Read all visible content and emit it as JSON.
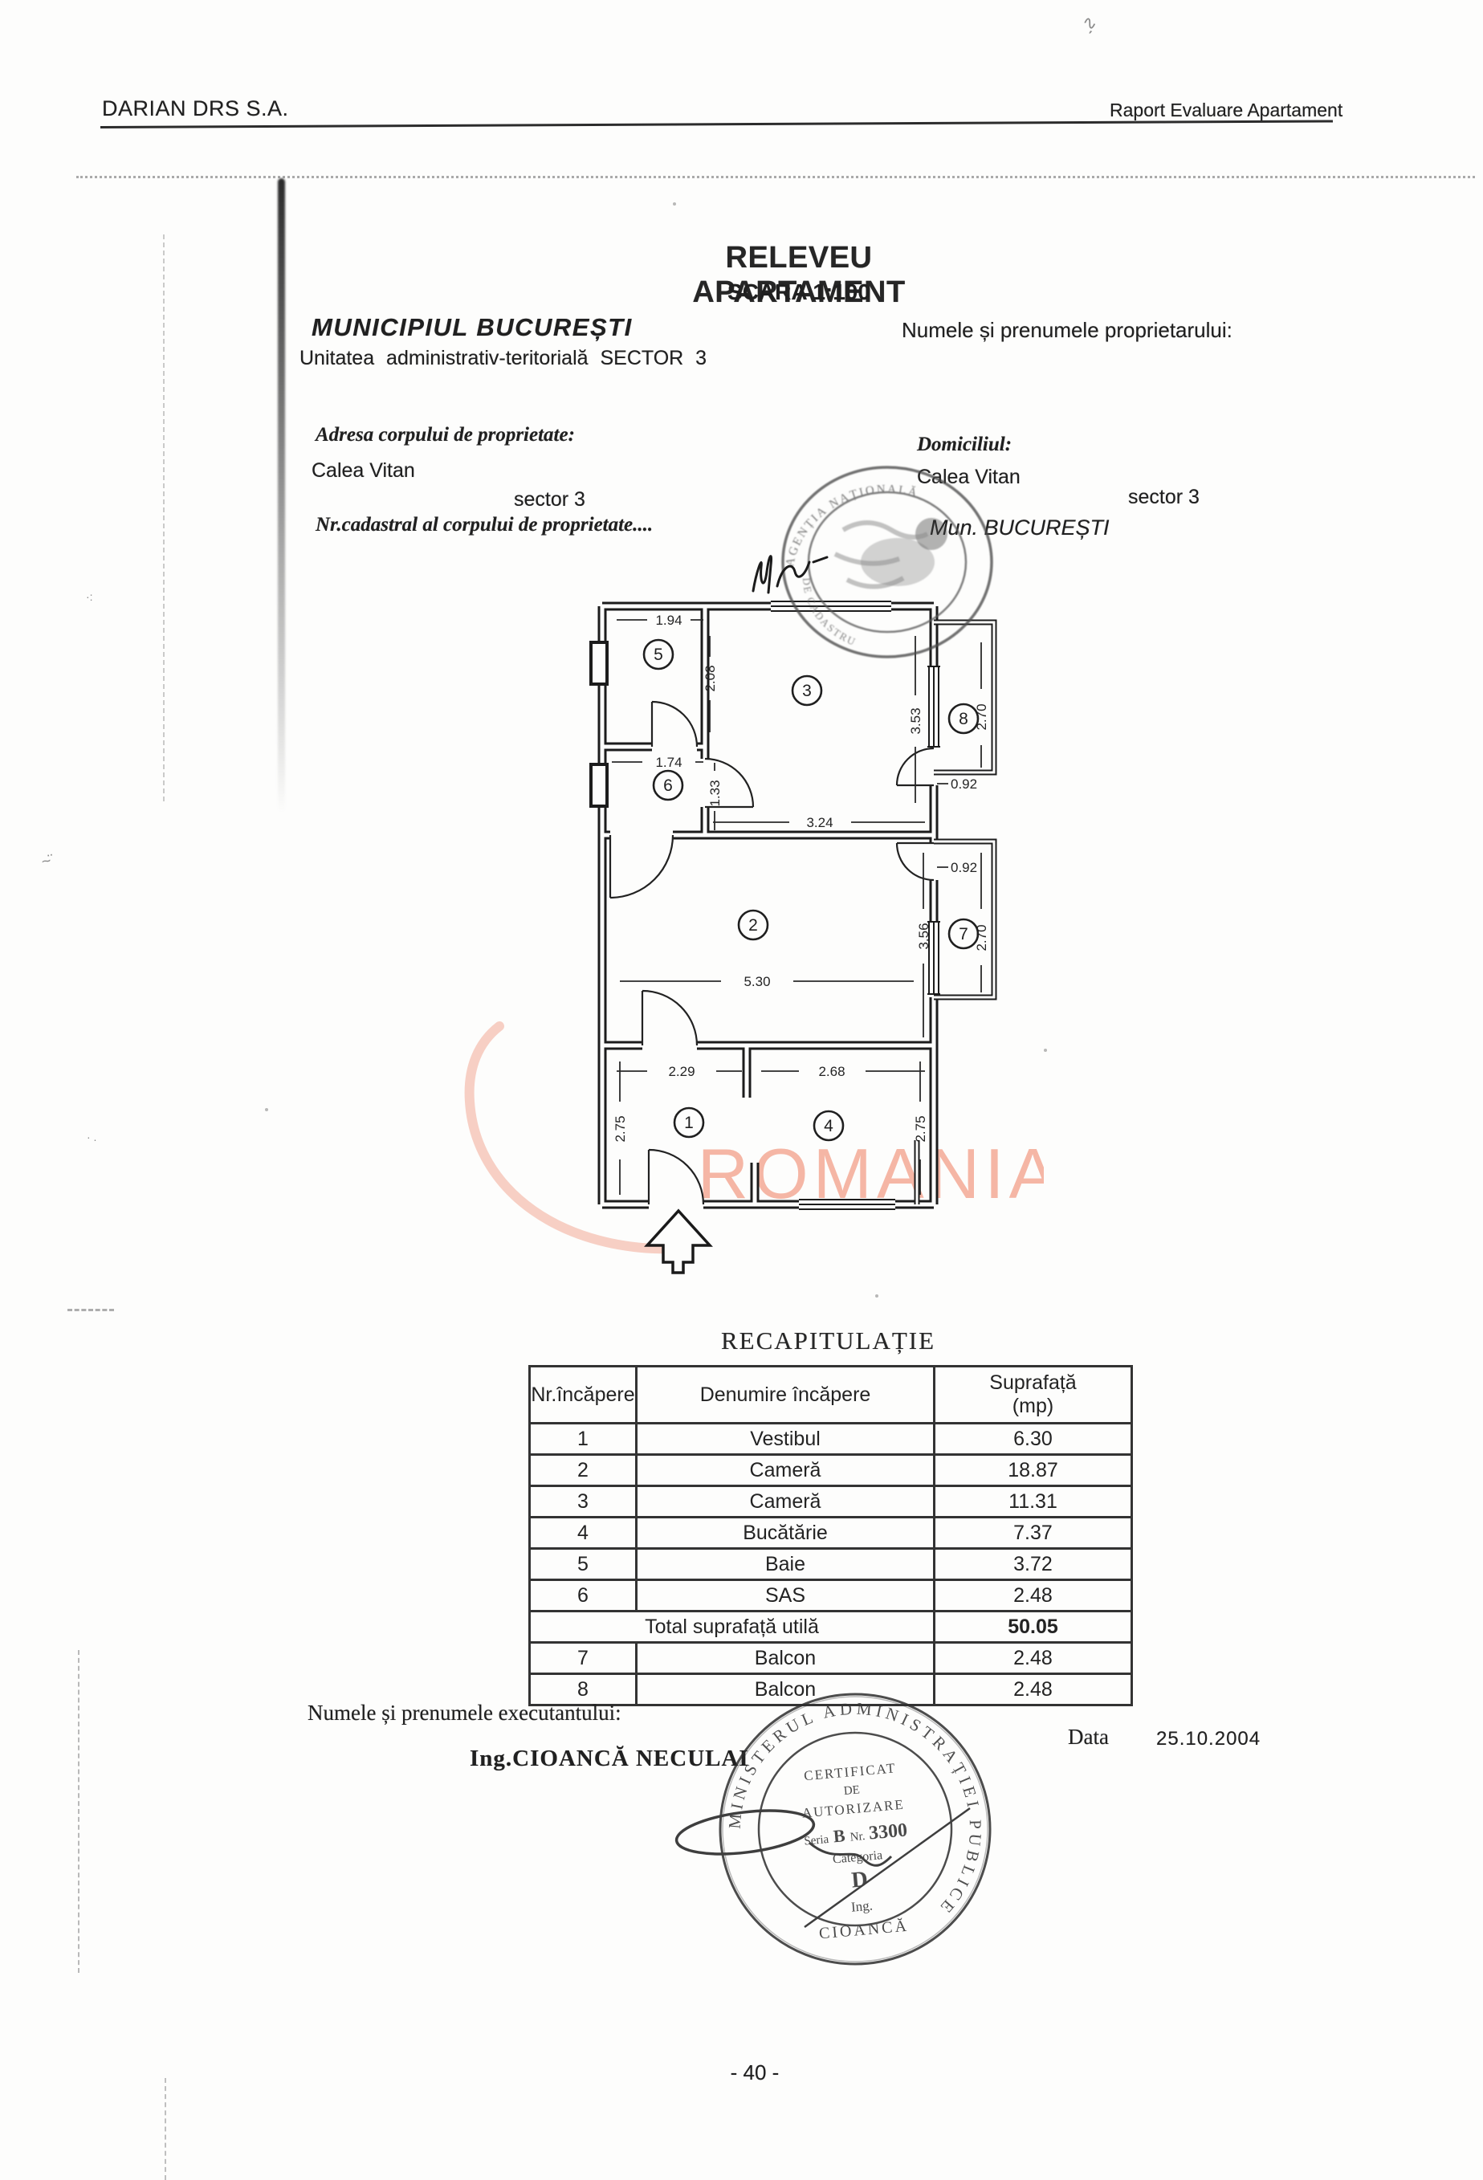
{
  "page": {
    "header_left": "DARIAN DRS S.A.",
    "header_right": "Raport Evaluare Apartament",
    "page_number": "- 40 -"
  },
  "title_block": {
    "title": "RELEVEU APARTAMENT",
    "scale": "SCARA 1:100",
    "municipality": "MUNICIPIUL BUCUREȘTI",
    "admin_unit": "Unitatea administrativ-teritorială SECTOR 3",
    "owner_label": "Numele și prenumele proprietarului:"
  },
  "address_block": {
    "address_label": "Adresa corpului de proprietate:",
    "address_street": "Calea Vitan",
    "address_sector": "sector 3",
    "cadastral_label": "Nr.cadastral al corpului de proprietate....",
    "domicile_label": "Domiciliul:",
    "domicile_street": "Calea Vitan",
    "domicile_sector": "sector 3",
    "domicile_city": "Mun. BUCUREȘTI"
  },
  "floor_plan": {
    "rooms": {
      "r1": "1",
      "r2": "2",
      "r3": "3",
      "r4": "4",
      "r5": "5",
      "r6": "6",
      "r7": "7",
      "r8": "8"
    },
    "dims": {
      "room5_width": "1.94",
      "room5_height": "2.08",
      "room6_width": "1.74",
      "room6_height": "1.33",
      "room3_height": "3.53",
      "room3_width": "3.24",
      "balcony8_door": "0.92",
      "balcony8_width": "2.70",
      "balcony7_door": "0.92",
      "balcony7_width": "2.70",
      "room2_width": "5.30",
      "room2_height": "3.56",
      "room1_width": "2.29",
      "room4_width": "2.68",
      "room1_height": "2.75",
      "room4_height": "2.75"
    }
  },
  "watermark": {
    "text": "ROMANIA",
    "color": "#f2a48f"
  },
  "stamps": {
    "top": {
      "arc_top": "AGENȚIA NAȚIONALĂ",
      "arc_bottom": "DE CADASTRU"
    },
    "bottom": {
      "ring": "MINISTERUL ADMINISTRAȚIEI PUBLICE",
      "line1": "CERTIFICAT",
      "line2": "DE",
      "line3": "AUTORIZARE",
      "seria_label": "Seria",
      "seria_value": "B",
      "nr_label": "Nr.",
      "nr_value": "3300",
      "categoria_label": "Categoria",
      "categoria_value": "D",
      "ing": "Ing.",
      "name": "CIOANCĂ"
    }
  },
  "recap_table": {
    "title": "RECAPITULAȚIE",
    "col1": "Nr.încăpere",
    "col2": "Denumire încăpere",
    "col3_line1": "Suprafață",
    "col3_line2": "(mp)",
    "rows": [
      {
        "nr": "1",
        "name": "Vestibul",
        "area": "6.30"
      },
      {
        "nr": "2",
        "name": "Cameră",
        "area": "18.87"
      },
      {
        "nr": "3",
        "name": "Cameră",
        "area": "11.31"
      },
      {
        "nr": "4",
        "name": "Bucătărie",
        "area": "7.37"
      },
      {
        "nr": "5",
        "name": "Baie",
        "area": "3.72"
      },
      {
        "nr": "6",
        "name": "SAS",
        "area": "2.48"
      }
    ],
    "total_label": "Total suprafață utilă",
    "total_value": "50.05",
    "rows2": [
      {
        "nr": "7",
        "name": "Balcon",
        "area": "2.48"
      },
      {
        "nr": "8",
        "name": "Balcon",
        "area": "2.48"
      }
    ]
  },
  "footer_block": {
    "executor_label": "Numele și prenumele executantului:",
    "executor_name": "Ing.CIOANCĂ NECULAI",
    "date_label": "Data",
    "date_value": "25.10.2004"
  }
}
